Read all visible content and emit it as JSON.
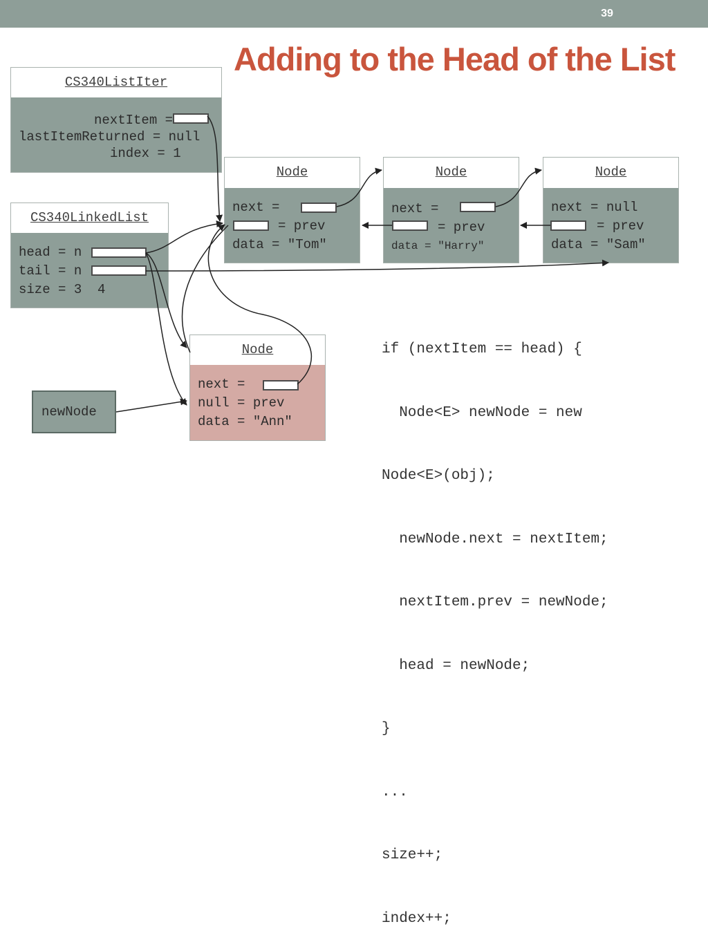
{
  "slide_number": "39",
  "title": "Adding to the Head of the List",
  "iter_box": {
    "header": "CS340ListIter",
    "lines": [
      "nextItem =",
      "lastItemReturned = null",
      "index = 1"
    ]
  },
  "list_box": {
    "header": "CS340LinkedList",
    "lines": [
      "head = n",
      "tail = n",
      "size = 3  4"
    ]
  },
  "nodes": [
    {
      "header": "Node",
      "lines": [
        "next =",
        "= prev",
        "data = \"Tom\""
      ]
    },
    {
      "header": "Node",
      "lines": [
        "next =",
        "= prev",
        "data = \"Harry\""
      ]
    },
    {
      "header": "Node",
      "lines": [
        "next = null",
        "= prev",
        "data = \"Sam\""
      ]
    }
  ],
  "new_node_box": {
    "header": "Node",
    "lines": [
      "next =",
      "null = prev",
      "data = \"Ann\""
    ]
  },
  "new_node_var": "newNode",
  "code_lines": [
    "if (nextItem == head) {",
    "  Node<E> newNode = new",
    "Node<E>(obj);",
    "  newNode.next = nextItem;",
    "  nextItem.prev = newNode;",
    "  head = newNode;",
    "}",
    "...",
    "size++;",
    "index++;"
  ],
  "colors": {
    "header_bar": "#8e9e98",
    "title": "#c9553d",
    "node_body": "#8e9e98",
    "new_node_body": "#d4aaa4",
    "arrow": "#222222"
  }
}
